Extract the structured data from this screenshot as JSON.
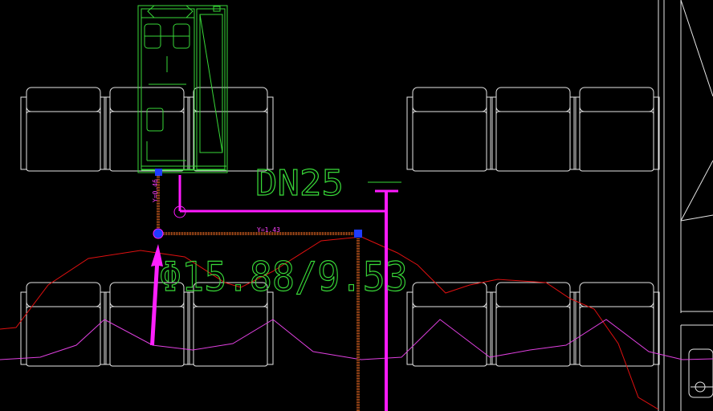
{
  "colors": {
    "background": "#000000",
    "seat_outline": "#e6e6e6",
    "equipment_outline": "#38d838",
    "pipe_main": "#ff1aff",
    "pipe_refrigerant": "#c85a1e",
    "node_marker": "#1f3cff",
    "annotation_text": "#38d838",
    "small_label": "#ff40ff",
    "red_curve": "#e01010",
    "magenta_curve": "#e040e0",
    "arrow": "#ff20ff"
  },
  "drawing": {
    "pipe_size_label": "DN25",
    "refrigerant_spec_label": "Φ15.88/9.53",
    "vertical_dim_label": "Y=0.46",
    "horizontal_dim_label": "Y=1.43"
  }
}
